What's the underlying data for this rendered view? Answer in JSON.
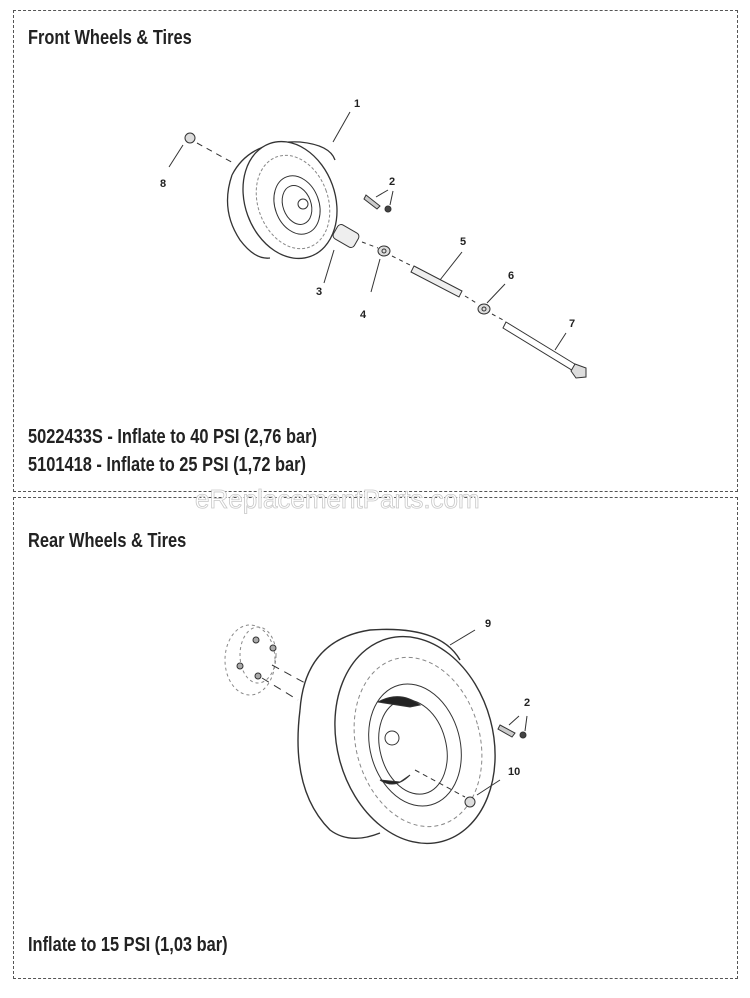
{
  "front_panel": {
    "title": "Front Wheels & Tires",
    "notes": [
      "5022433S - Inflate to 40 PSI (2,76 bar)",
      "5101418 - Inflate to 25 PSI (1,72 bar)"
    ],
    "callouts": [
      "1",
      "2",
      "3",
      "4",
      "5",
      "6",
      "7",
      "8"
    ]
  },
  "rear_panel": {
    "title": "Rear Wheels & Tires",
    "notes": [
      "Inflate to 15 PSI (1,03 bar)"
    ],
    "callouts": [
      "9",
      "2",
      "10"
    ]
  },
  "watermark": "eReplacementParts.com"
}
